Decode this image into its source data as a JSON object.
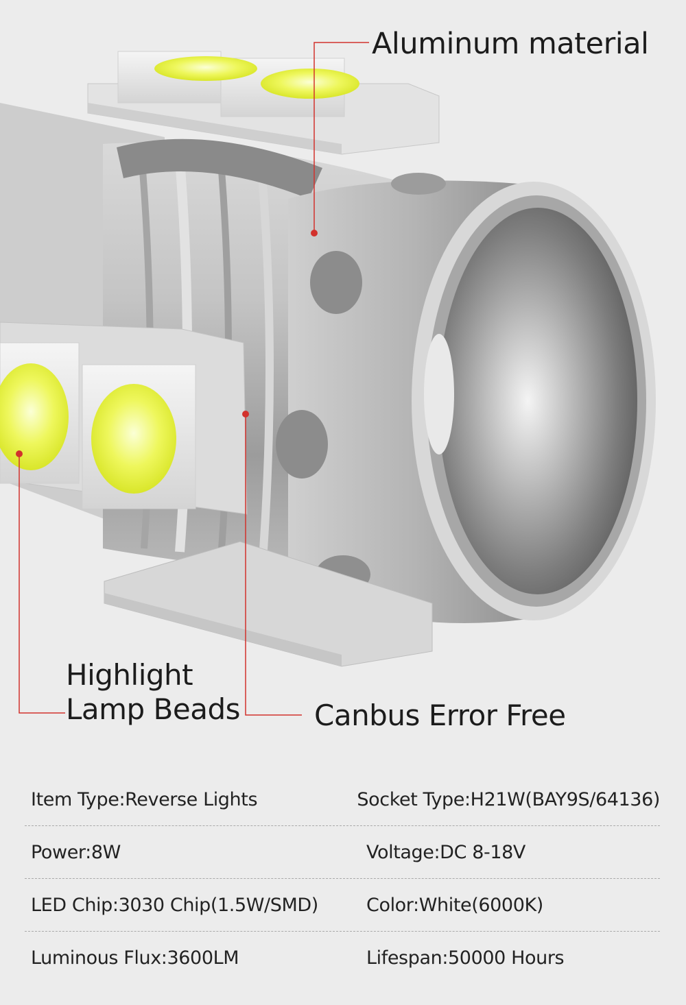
{
  "callouts": {
    "aluminum": "Aluminum material",
    "beads_line1": "Highlight",
    "beads_line2": "Lamp Beads",
    "canbus": "Canbus Error Free"
  },
  "colors": {
    "background": "#ececec",
    "leader_line": "#d2312c",
    "led_yellow": "#e8f54a",
    "aluminum_body": "#b5b5b5"
  },
  "specs": [
    {
      "left": "Item Type:Reverse Lights",
      "right": "Socket Type:H21W(BAY9S/64136)"
    },
    {
      "left": "Power:8W",
      "right": "Voltage:DC 8-18V"
    },
    {
      "left": "LED Chip:3030 Chip(1.5W/SMD)",
      "right": "Color:White(6000K)"
    },
    {
      "left": "Luminous Flux:3600LM",
      "right": "Lifespan:50000 Hours"
    }
  ]
}
